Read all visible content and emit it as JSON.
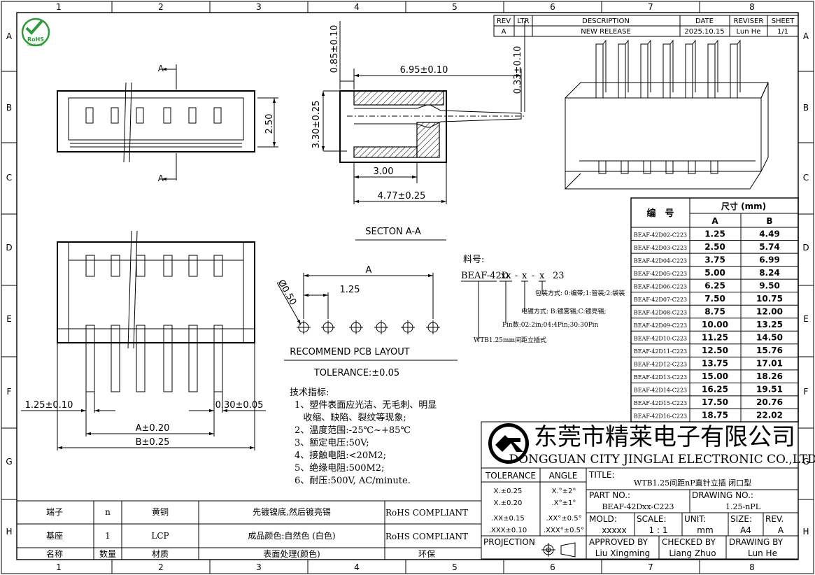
{
  "border": {
    "columns": [
      "1",
      "2",
      "3",
      "4",
      "5",
      "6",
      "7",
      "8"
    ],
    "rows": [
      "A",
      "B",
      "C",
      "D",
      "E",
      "F",
      "G",
      "H"
    ]
  },
  "revision": {
    "headers": [
      "REV",
      "LTR",
      "DESCRIPTION",
      "DATE",
      "REVISER",
      "SHEET"
    ],
    "row": [
      "A",
      "",
      "NEW RELEASE",
      "2025.10.15",
      "Lun He",
      "1/1"
    ]
  },
  "logo": {
    "text": "RoHS",
    "sub": "COMPLIANT"
  },
  "dims": {
    "d1": "0.85±0.10",
    "d2": "6.95±0.10",
    "d3": "0.33±0.10",
    "d4": "3.30±0.25",
    "d5": "3.00",
    "d6": "4.77±0.25",
    "d7": "2.50",
    "sec_a": "A",
    "section_title": "SECTON A-A",
    "d8": "1.25±0.10",
    "d9": "0.30±0.05",
    "d10": "A±0.20",
    "d11": "B±0.25",
    "pcb_dia": "Ø0.50",
    "pcb_a": "A",
    "pcb_pitch": "1.25",
    "pcb_title": "RECOMMEND PCB LAYOUT",
    "tolerance": "TOLERANCE:±0.05"
  },
  "part_code": {
    "label": "料号:",
    "prefix": "BEAF-42D",
    "seg1": "xx",
    "dash1": "-",
    "seg2": "x",
    "dash2": "-",
    "seg3": "x",
    "seg4": "23",
    "note_pack": "包装方式: 0:编带;1:管装;2:袋装",
    "note_plate": "电镀方式: B:镀雾锡;C:镀亮锡;",
    "note_pin": "Pin数:02:2in;04:4Pin;30:30Pin",
    "note_series": "WTB1.25mm间距立插式"
  },
  "specs": {
    "title": "技术指标:",
    "lines": [
      "1、塑件表面应光洁、无毛刺、明显",
      "   收缩、缺陷、裂纹等现象;",
      "2、温度范围:-25℃~+85℃",
      "3、额定电压:50V;",
      "4、接触电阻:<20M2;",
      "5、绝缘电阻:500M2;",
      "6、耐压:500V, AC/minute."
    ]
  },
  "size_table": {
    "h_code": "编　号",
    "h_size": "尺寸 (mm)",
    "h_a": "A",
    "h_b": "B",
    "rows": [
      [
        "BEAF-42D02-C223",
        "1.25",
        "4.49"
      ],
      [
        "BEAF-42D03-C223",
        "2.50",
        "5.74"
      ],
      [
        "BEAF-42D04-C223",
        "3.75",
        "6.99"
      ],
      [
        "BEAF-42D05-C223",
        "5.00",
        "8.24"
      ],
      [
        "BEAF-42D06-C223",
        "6.25",
        "9.50"
      ],
      [
        "BEAF-42D07-C223",
        "7.50",
        "10.75"
      ],
      [
        "BEAF-42D08-C223",
        "8.75",
        "12.00"
      ],
      [
        "BEAF-42D09-C223",
        "10.00",
        "13.25"
      ],
      [
        "BEAF-42D10-C223",
        "11.25",
        "14.50"
      ],
      [
        "BEAF-42D11-C223",
        "12.50",
        "15.76"
      ],
      [
        "BEAF-42D12-C223",
        "13.75",
        "17.01"
      ],
      [
        "BEAF-42D13-C223",
        "15.00",
        "18.26"
      ],
      [
        "BEAF-42D14-C223",
        "16.25",
        "19.51"
      ],
      [
        "BEAF-42D15-C223",
        "17.50",
        "20.76"
      ],
      [
        "BEAF-42D16-C223",
        "18.75",
        "22.02"
      ]
    ]
  },
  "company": {
    "cn": "东莞市精莱电子有限公司",
    "en": "DONGGUAN CITY JINGLAI ELECTRONIC CO.,LTD."
  },
  "title_block": {
    "tolerance_h": "TOLERANCE",
    "angle_h": "ANGLE",
    "tol": [
      "X.±0.25",
      "X.±0.20",
      ".XX±0.15",
      ".XXX±0.10"
    ],
    "ang": [
      "X.°±2°",
      ".X°±1°",
      ".XX°±0.5°",
      ".XXX°±0.5°"
    ],
    "title_label": "TITLE:",
    "title_value": "WTB1.25间距nP直针立插 闭口型",
    "part_label": "PART NO.:",
    "part_value": "BEAF-42Dxx-C223",
    "drawing_label": "DRAWING NO.:",
    "drawing_value": "1.25-nPL",
    "mold_label": "MOLD:",
    "mold_value": "xxxxx",
    "scale_label": "SCALE:",
    "scale_value": "1 : 1",
    "unit_label": "UNIT:",
    "unit_value": "mm",
    "size_label": "SIZE:",
    "size_value": "A4",
    "rev_label": "REV.",
    "rev_value": "A",
    "projection_label": "PROJECTION",
    "approved_label": "APPROVED BY",
    "approved_value": "Liu Xingming",
    "checked_label": "CHECKED BY",
    "checked_value": "Liang Zhuo",
    "drawn_label": "DRAWING BY",
    "drawn_value": "Lun He"
  },
  "bom": {
    "rows": [
      [
        "端子",
        "n",
        "黄铜",
        "先镀镍底,然后镀亮锡",
        "RoHS COMPLIANT"
      ],
      [
        "基座",
        "1",
        "LCP",
        "成品颜色:自然色 (白色)",
        "RoHS COMPLIANT"
      ]
    ],
    "headers": [
      "名称",
      "数量",
      "材质",
      "表面处理(颜色)",
      "环保"
    ]
  }
}
